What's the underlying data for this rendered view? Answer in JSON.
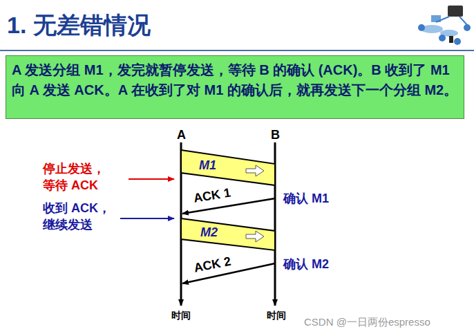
{
  "diagram": {
    "title": "1. 无差错情况",
    "nodes": [
      {
        "text": [
          "A 发送分组 M1，发完就暂停发送，等待 B 的确认 (ACK)。B 收到了 M1 向 A 发送 ACK。A 在收到了对 M1 的确认后，就再发送下一个分组 M2。"
        ]
      },
      {
        "text": [
          "M1"
        ]
      },
      {
        "text": [
          "M2"
        ]
      }
    ],
    "labels": [
      "A",
      "B",
      "停止发送， 等待 ACK",
      "收到 ACK， 继续发送",
      "ACK 1",
      "确认 M1",
      "ACK 2",
      "确认 M2",
      "时间",
      "时间",
      "CSDN @一日两份espresso"
    ]
  }
}
